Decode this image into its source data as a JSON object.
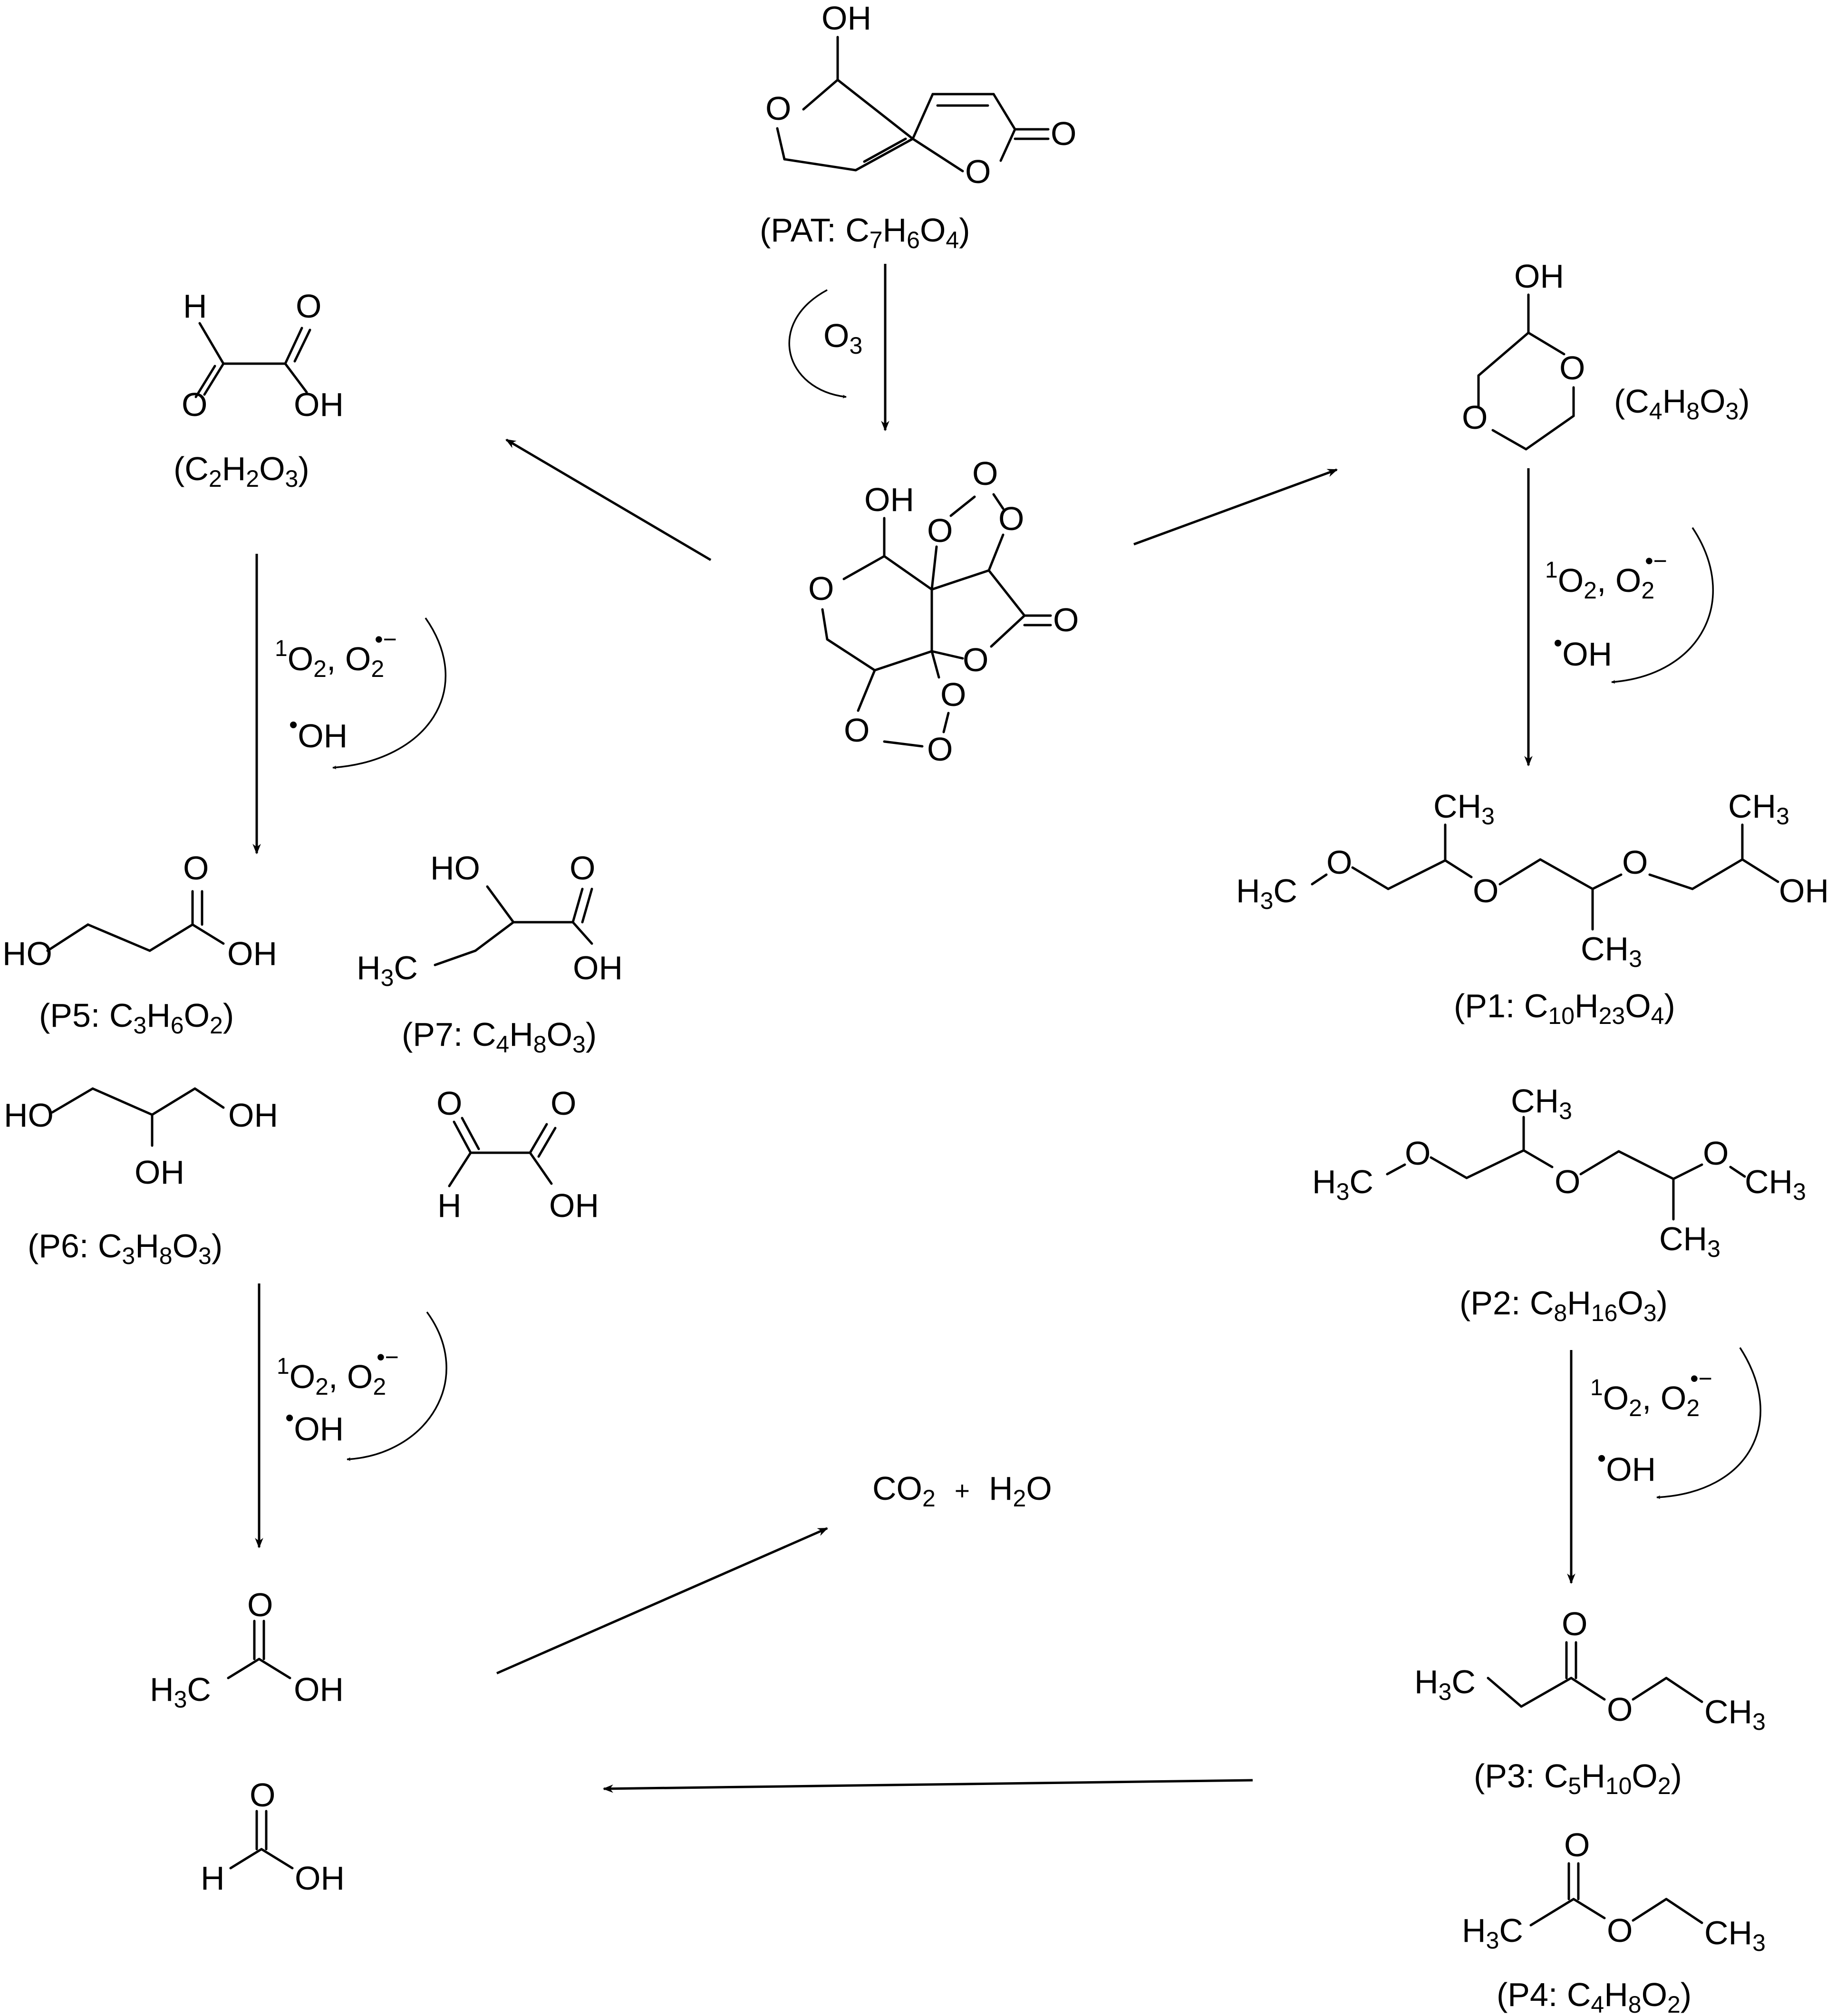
{
  "compounds": {
    "pat": {
      "prefix": "(PAT: C",
      "s1": "7",
      "m1": "H",
      "s2": "6",
      "m2": "O",
      "s3": "4",
      "end": ")"
    },
    "c2h2o3": {
      "prefix": "(C",
      "s1": "2",
      "m1": "H",
      "s2": "2",
      "m2": "O",
      "s3": "3",
      "end": ")"
    },
    "c4h8o3": {
      "prefix": "(C",
      "s1": "4",
      "m1": "H",
      "s2": "8",
      "m2": "O",
      "s3": "3",
      "end": ")"
    },
    "p1": {
      "prefix": "(P1: C",
      "s1": "10",
      "m1": "H",
      "s2": "23",
      "m2": "O",
      "s3": "4",
      "end": ")"
    },
    "p2": {
      "prefix": "(P2: C",
      "s1": "8",
      "m1": "H",
      "s2": "16",
      "m2": "O",
      "s3": "3",
      "end": ")"
    },
    "p3": {
      "prefix": "(P3: C",
      "s1": "5",
      "m1": "H",
      "s2": "10",
      "m2": "O",
      "s3": "2",
      "end": ")"
    },
    "p4": {
      "prefix": "(P4: C",
      "s1": "4",
      "m1": "H",
      "s2": "8",
      "m2": "O",
      "s3": "2",
      "end": ")"
    },
    "p5": {
      "prefix": "(P5: C",
      "s1": "3",
      "m1": "H",
      "s2": "6",
      "m2": "O",
      "s3": "2",
      "end": ")"
    },
    "p6": {
      "prefix": "(P6: C",
      "s1": "3",
      "m1": "H",
      "s2": "8",
      "m2": "O",
      "s3": "3",
      "end": ")"
    },
    "p7": {
      "prefix": "(P7: C",
      "s1": "4",
      "m1": "H",
      "s2": "8",
      "m2": "O",
      "s3": "3",
      "end": ")"
    }
  },
  "reagents": {
    "ozone": {
      "main": "O",
      "sub": "3"
    },
    "ros": {
      "sup1": "1",
      "o2": "O",
      "sub2": "2",
      "comma": ", O",
      "sub3": "2",
      "sup3": "•−",
      "oh_dot": "•",
      "oh": "OH"
    }
  },
  "final_products": {
    "co2": "CO",
    "co2_sub": "2",
    "plus": "+",
    "h2o_h": "H",
    "h2o_sub": "2",
    "h2o_o": "O"
  },
  "atoms": {
    "OH": "OH",
    "O": "O",
    "H": "H",
    "HO": "HO",
    "CH3": "CH",
    "H3C": "H",
    "three": "3",
    "C": "C"
  }
}
